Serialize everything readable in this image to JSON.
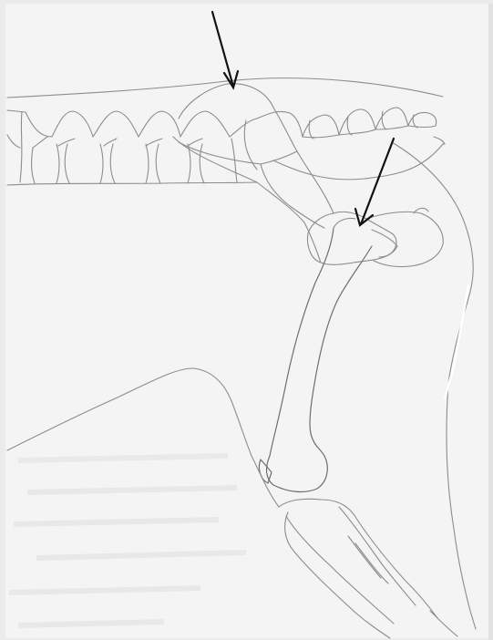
{
  "diagram": {
    "subject": "",
    "paper_color": "#f4f4f4",
    "line_color": "#8c8c8c",
    "arrow_color": "#111111",
    "arrows": [
      {
        "name": "arrow-upper",
        "target": "vertebral-crest-top"
      },
      {
        "name": "arrow-lower",
        "target": "humeral-head"
      }
    ]
  }
}
